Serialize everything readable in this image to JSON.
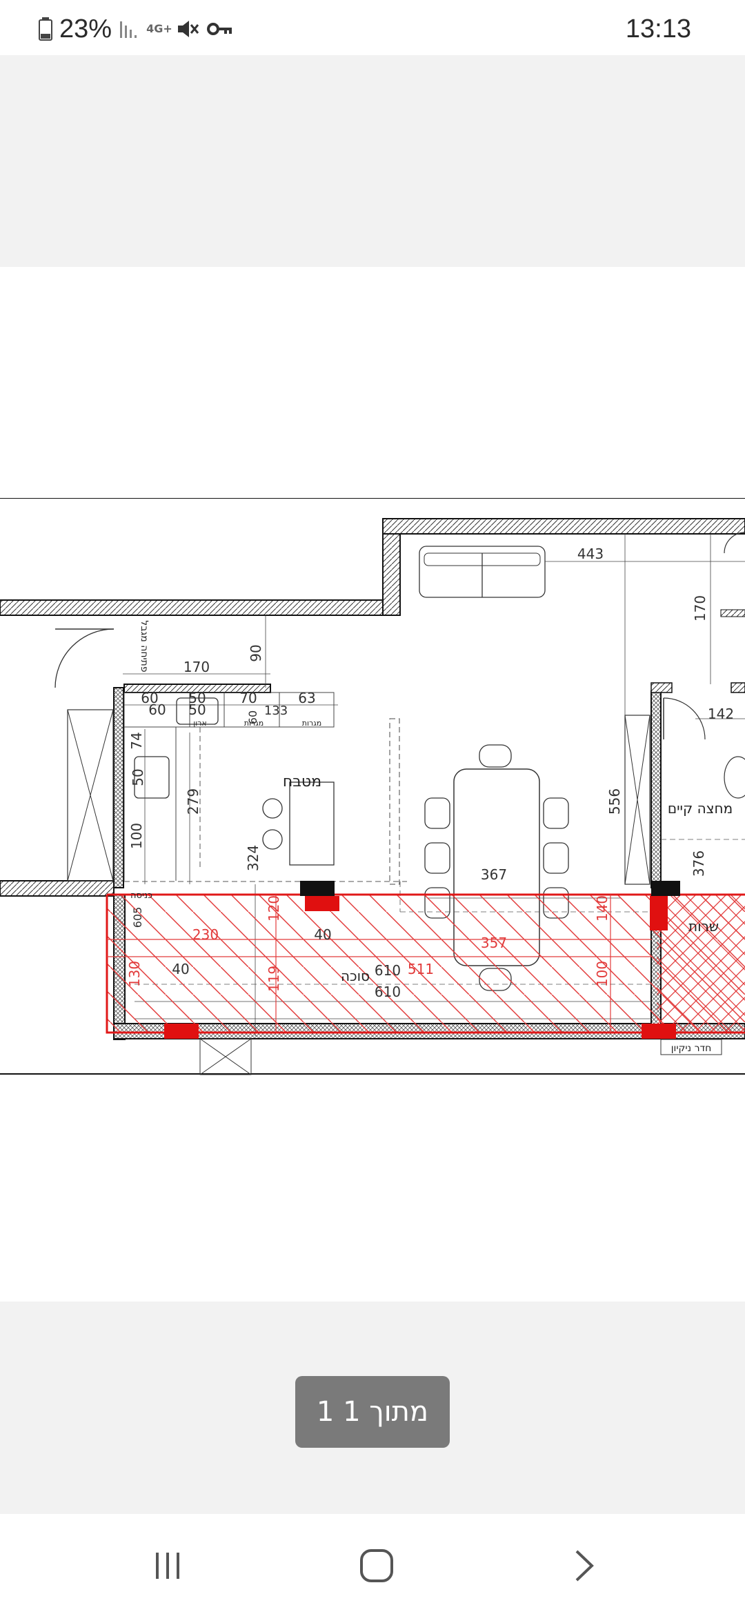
{
  "status": {
    "battery": "23%",
    "network": "4G+",
    "time": "13:13"
  },
  "viewer": {
    "page_indicator": "1 מתוך 1"
  },
  "plan": {
    "labels": {
      "kitchen": "מטבח",
      "balcony": "סוכה",
      "entrance": "כניסה",
      "existing": "מחצה קיים",
      "service": "שרות",
      "cleaning": "חדר ניקיון",
      "cabinet": "ארון",
      "drawers1": "מגרות",
      "drawers2": "מגרות",
      "opening": "פתיחה מגבל"
    },
    "dims": {
      "d443": "443",
      "d170a": "170",
      "d170b": "170",
      "d90": "90",
      "d60a": "60",
      "d60b": "60",
      "d50a": "50",
      "d50b": "50",
      "d70": "70",
      "d63": "63",
      "d133": "133",
      "d60c": "60",
      "d74": "74",
      "d50c": "50",
      "d279": "279",
      "d100a": "100",
      "d324": "324",
      "d556": "556",
      "d142": "142",
      "d376": "376",
      "d367": "367",
      "d357": "357",
      "d120": "120",
      "d230": "230",
      "d40a": "40",
      "d40b": "40",
      "d119": "119",
      "d610a": "610",
      "d511": "511",
      "d610b": "610",
      "d140": "140",
      "d100b": "100",
      "d130": "130",
      "d605": "605"
    }
  },
  "nav": {
    "recents": "recents-button",
    "home": "home-button",
    "back": "back-button"
  }
}
